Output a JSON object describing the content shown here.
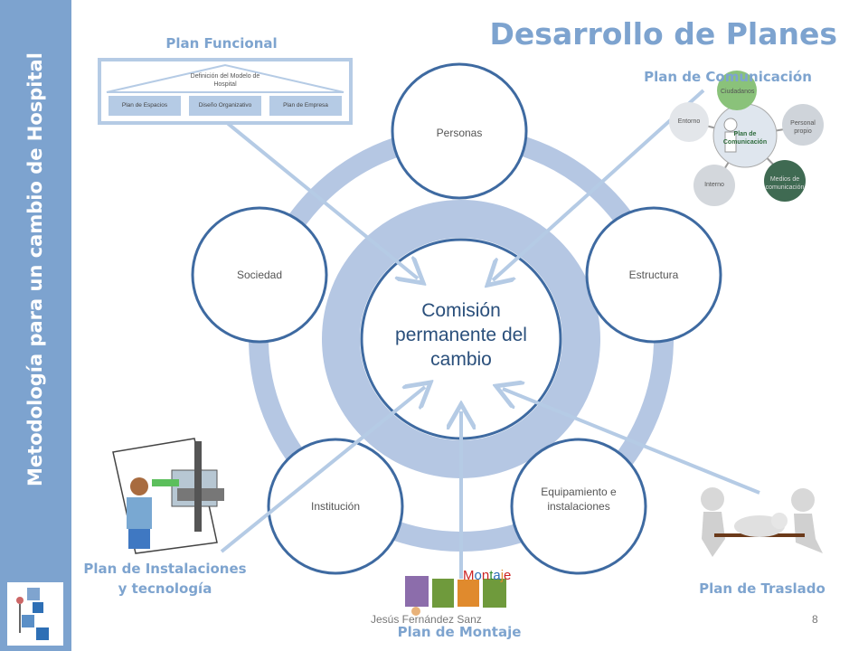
{
  "sidebar": {
    "title": "Metodología para un cambio de Hospital"
  },
  "slide_title": "Desarrollo de Planes",
  "center": {
    "label": "Comisión permanente del cambio"
  },
  "nodes": {
    "personas": "Personas",
    "estructura": "Estructura",
    "equipamiento": "Equipamiento e instalaciones",
    "institucion": "Institución",
    "sociedad": "Sociedad"
  },
  "plans": {
    "funcional": "Plan Funcional",
    "comunicacion": "Plan de Comunicación",
    "instalaciones": "Plan de Instalaciones y tecnología",
    "traslado": "Plan de Traslado",
    "montaje": "Plan de Montaje"
  },
  "funcional_diagram": {
    "top": "Definición del Modelo de Hospital",
    "left": "Plan de Espacios",
    "middle": "Diseño Organizativo",
    "right": "Plan de Empresa"
  },
  "comunicacion_diagram": {
    "center": "Plan de Comunicación",
    "items": [
      "Ciudadanos",
      "Personal propio",
      "Medios de comunicación",
      "Interno",
      "Entorno"
    ]
  },
  "montaje_word": "Montaje",
  "footer": {
    "author": "Jesús Fernández Sanz",
    "page": "8"
  },
  "colors": {
    "accent": "#7da3cf",
    "ring": "#b5c7e3",
    "node_border": "#3e6aa1",
    "arrow": "#b5cbe5",
    "center_text": "#2a4f7b"
  }
}
